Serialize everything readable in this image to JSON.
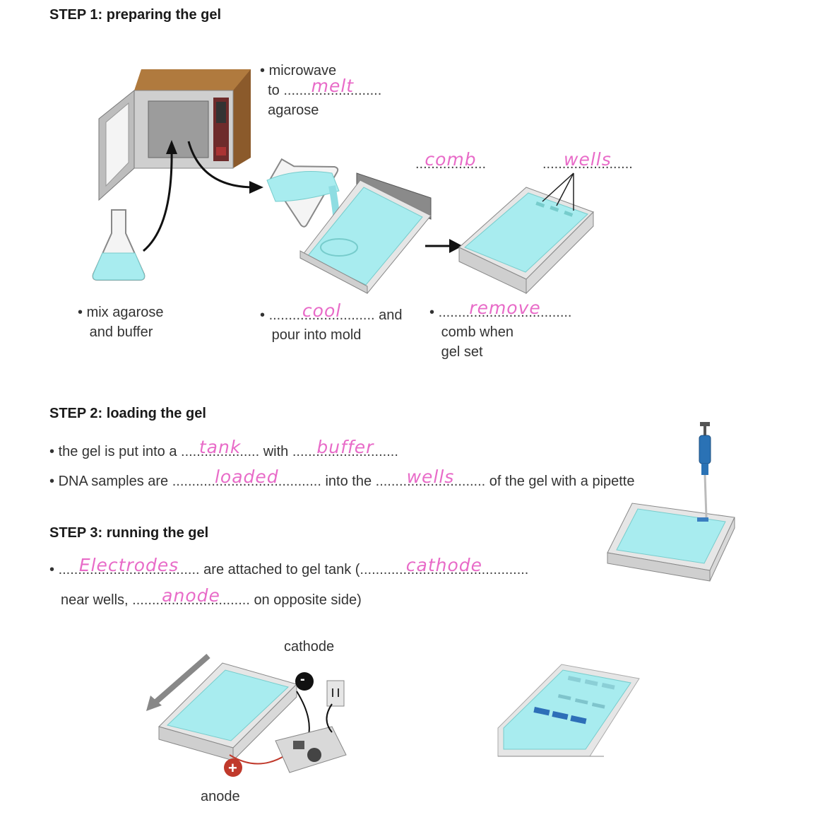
{
  "step1": {
    "heading": "STEP 1: preparing the gel",
    "microwave": {
      "line1": "microwave",
      "line2_pre": "to",
      "answer": "melt",
      "line3": "agarose"
    },
    "mix": {
      "line1": "mix agarose",
      "line2": "and buffer"
    },
    "cool": {
      "answer": "cool",
      "post": "and",
      "line2": "pour into mold"
    },
    "remove": {
      "answer": "remove",
      "line2": "comb when",
      "line3": "gel set"
    },
    "comb_answer": "comb",
    "wells_answer": "wells"
  },
  "step2": {
    "heading": "STEP 2: loading the gel",
    "line1": {
      "pre": "the gel is put into a",
      "answer1": "tank",
      "mid": "with",
      "answer2": "buffer"
    },
    "line2": {
      "pre": "DNA samples are",
      "answer1": "loaded",
      "mid": "into the",
      "answer2": "wells",
      "post": "of the gel with a pipette"
    }
  },
  "step3": {
    "heading": "STEP 3: running the gel",
    "answer1": "Electrodes",
    "mid1": "are attached to gel tank (",
    "answer2": "cathode",
    "line2_pre": "near wells,",
    "answer3": "anode",
    "line2_post": "on opposite side)",
    "cathode_label": "cathode",
    "anode_label": "anode",
    "minus_sign": "-",
    "plus_sign": "+"
  },
  "colors": {
    "gel": "#a8ecef",
    "handwriting": "#e86bc8",
    "tray": "#d9d9d9",
    "microwave_top": "#b07a3e"
  }
}
